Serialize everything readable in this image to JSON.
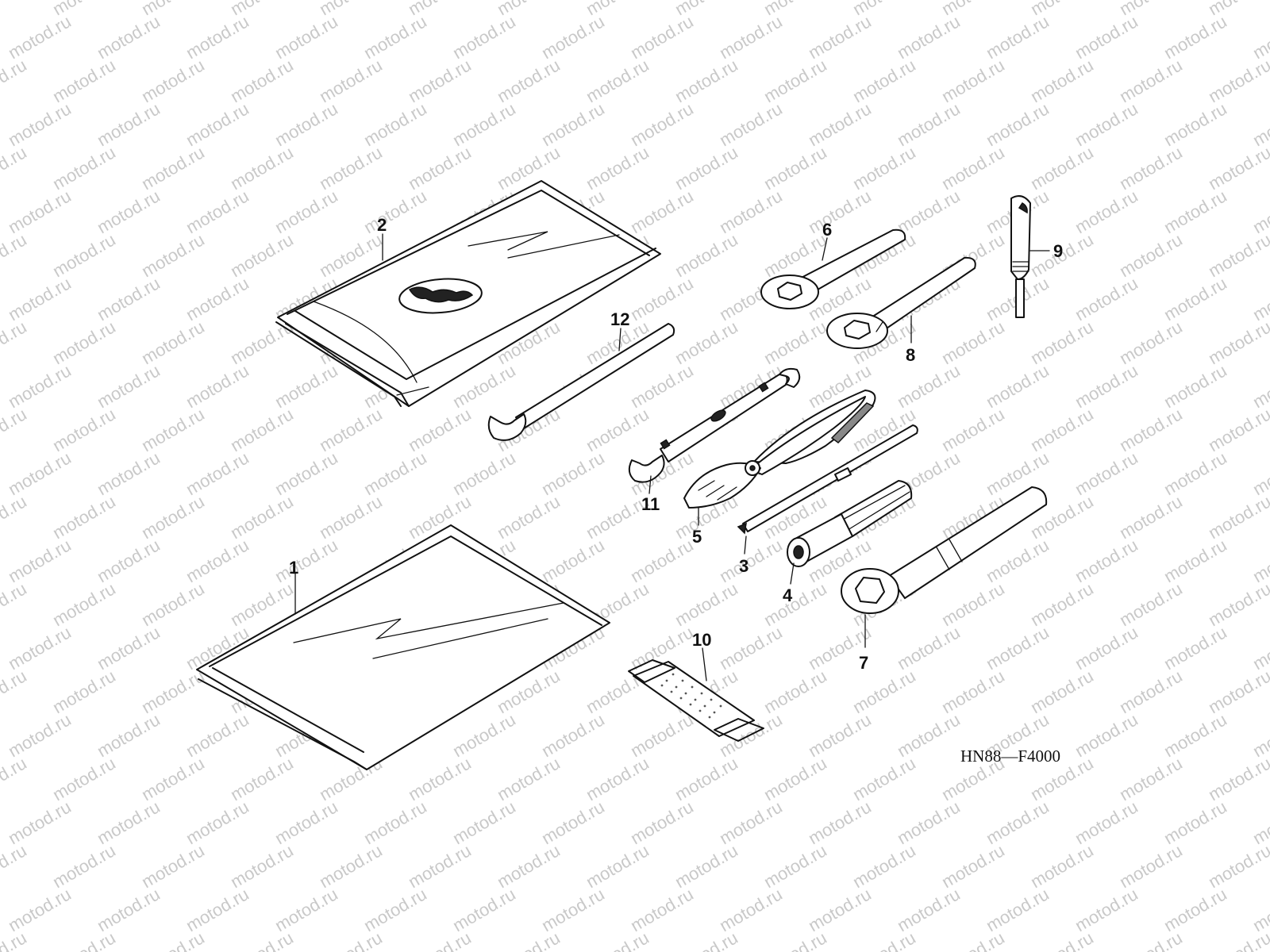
{
  "watermark_text": "motod.ru",
  "diagram_code": "HN88—F4000",
  "parts": [
    {
      "number": "1"
    },
    {
      "number": "2"
    },
    {
      "number": "3"
    },
    {
      "number": "4"
    },
    {
      "number": "5"
    },
    {
      "number": "6"
    },
    {
      "number": "7"
    },
    {
      "number": "8"
    },
    {
      "number": "9"
    },
    {
      "number": "10"
    },
    {
      "number": "11"
    },
    {
      "number": "12"
    }
  ],
  "colors": {
    "line": "#111111",
    "watermark": "#c9c9c9",
    "background": "#ffffff"
  }
}
